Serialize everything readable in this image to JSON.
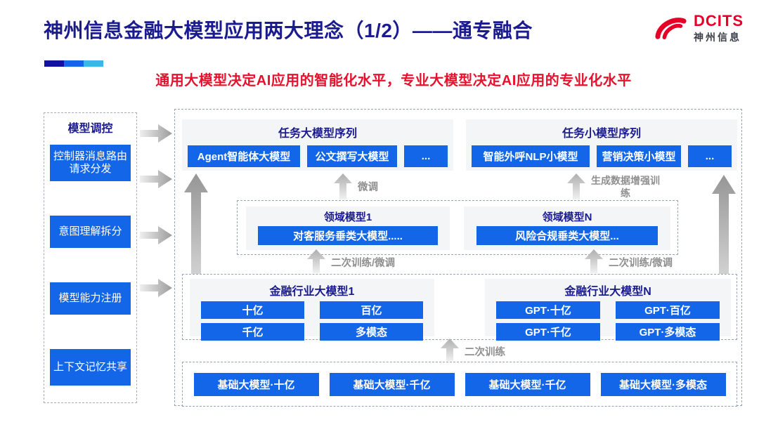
{
  "header": {
    "title": "神州信息金融大模型应用两大理念（1/2）——通专融合",
    "subtitle": "通用大模型决定AI应用的智能化水平，专业大模型决定AI应用的专业化水平",
    "logo": {
      "brand": "DCITS",
      "brand_cn": "神州信息"
    },
    "accent_bar_colors": [
      "#12129e",
      "#1266e8",
      "#3ab6e9"
    ]
  },
  "sidebar": {
    "title": "模型调控",
    "items": [
      "控制器消息路由请求分发",
      "意图理解拆分",
      "模型能力注册",
      "上下文记忆共享"
    ]
  },
  "main": {
    "task_large": {
      "title": "任务大模型序列",
      "items": [
        "Agent智能体大模型",
        "公文撰写大模型",
        "..."
      ]
    },
    "task_small": {
      "title": "任务小模型序列",
      "items": [
        "智能外呼NLP小模型",
        "营销决策小模型",
        "..."
      ]
    },
    "domain": {
      "groups": [
        {
          "title": "领域模型1",
          "items": [
            "对客服务垂类大模型....."
          ]
        },
        {
          "title": "领域模型N",
          "items": [
            "风险合规垂类大模型..."
          ]
        }
      ]
    },
    "industry": {
      "groups": [
        {
          "title": "金融行业大模型1",
          "items": [
            "十亿",
            "百亿",
            "千亿",
            "多模态"
          ]
        },
        {
          "title": "金融行业大模型N",
          "items": [
            "GPT·十亿",
            "GPT·百亿",
            "GPT·千亿",
            "GPT·多模态"
          ]
        }
      ]
    },
    "foundation": {
      "items": [
        "基础大模型·十亿",
        "基础大模型·千亿",
        "基础大模型·千亿",
        "基础大模型·多模态"
      ]
    },
    "arrow_labels": {
      "fine_tune": "微调",
      "gen_data_train": "生成数据增强训练",
      "secondary_train_ft": "二次训练/微调",
      "secondary_train": "二次训练"
    }
  },
  "colors": {
    "button_blue": "#1366e8",
    "title_navy": "#1b1b90",
    "subtitle_red": "#e8112d",
    "logo_red": "#e60027",
    "panel_gray": "#f4f5f7"
  }
}
